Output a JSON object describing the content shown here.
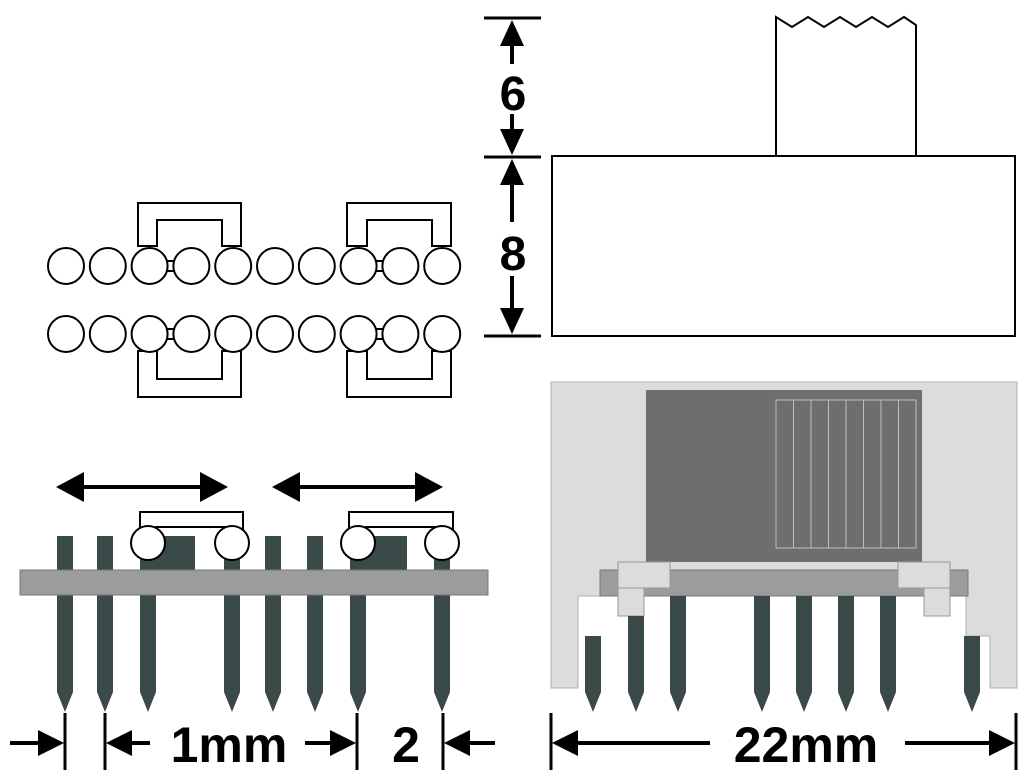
{
  "labels": {
    "height_top": "6",
    "height_body": "8",
    "pitch": "1mm",
    "gap": "2",
    "width": "22mm"
  },
  "colors": {
    "pin": "#3a4a48",
    "pcb": "#9a9d9c",
    "housing": "#dcdcdc",
    "actuator": "#6e6e6e",
    "line": "#000000",
    "background": "#ffffff"
  }
}
